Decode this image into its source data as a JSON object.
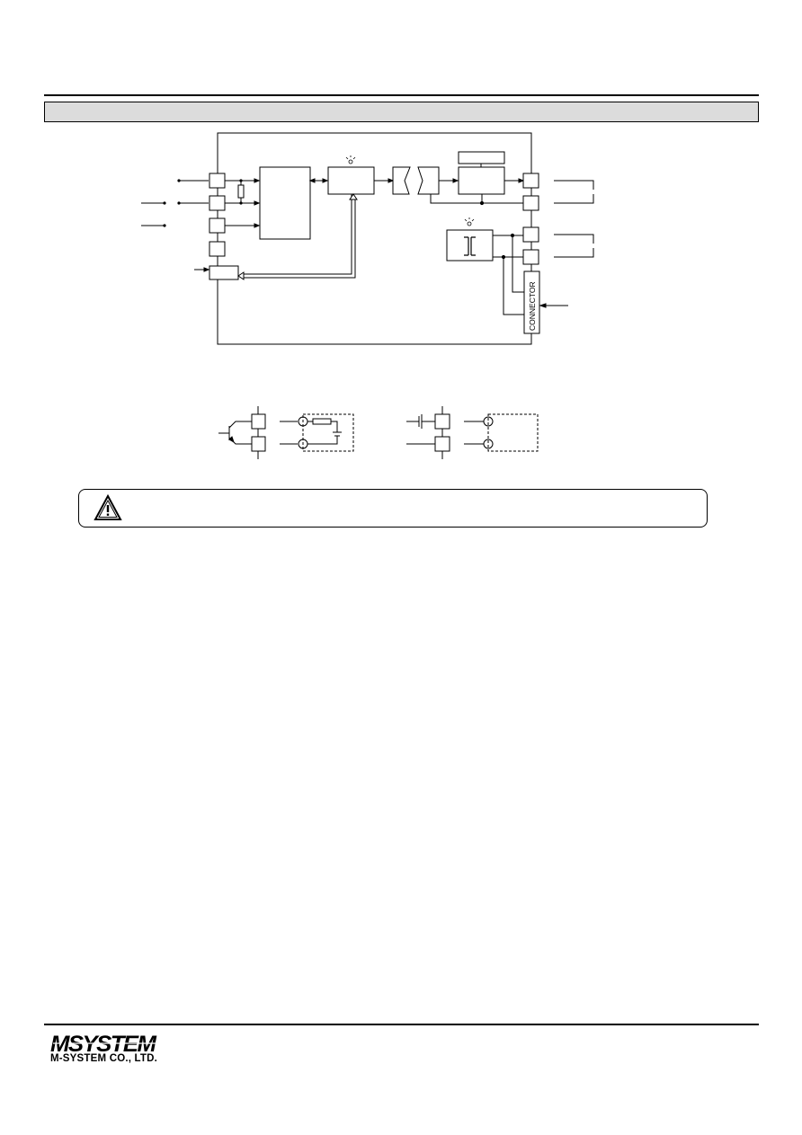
{
  "connector_label": "CONNECTOR",
  "logo_text": "MSYSTEM",
  "company_name": "M-SYSTEM CO., LTD.",
  "icons": {
    "warning": "warning-triangle-icon",
    "led": "led-icon"
  }
}
